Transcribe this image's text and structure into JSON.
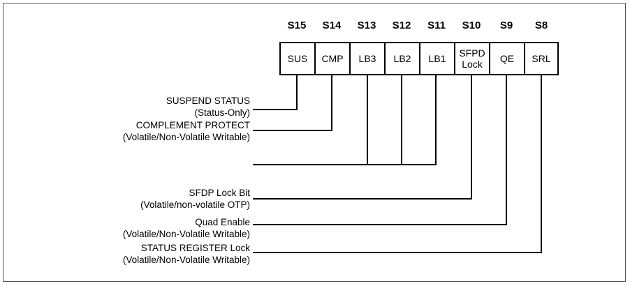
{
  "register": {
    "bits": [
      {
        "num": "S15",
        "name": "SUS"
      },
      {
        "num": "S14",
        "name": "CMP"
      },
      {
        "num": "S13",
        "name": "LB3"
      },
      {
        "num": "S12",
        "name": "LB2"
      },
      {
        "num": "S11",
        "name": "LB1"
      },
      {
        "num": "S10",
        "name": "SFPD",
        "name2": "Lock"
      },
      {
        "num": "S9",
        "name": "QE"
      },
      {
        "num": "S8",
        "name": "SRL"
      }
    ]
  },
  "labels": [
    {
      "title": "SUSPEND STATUS",
      "sub": "(Status-Only)"
    },
    {
      "title": "COMPLEMENT PROTECT",
      "sub": "(Volatile/Non-Volatile Writable)"
    },
    {
      "title": "SFDP Lock Bit",
      "sub": "(Volatile/non-volatile OTP)"
    },
    {
      "title": "Quad Enable",
      "sub": "(Volatile/Non-Volatile Writable)"
    },
    {
      "title": "STATUS REGISTER Lock",
      "sub": "(Volatile/Non-Volatile Writable)"
    }
  ]
}
